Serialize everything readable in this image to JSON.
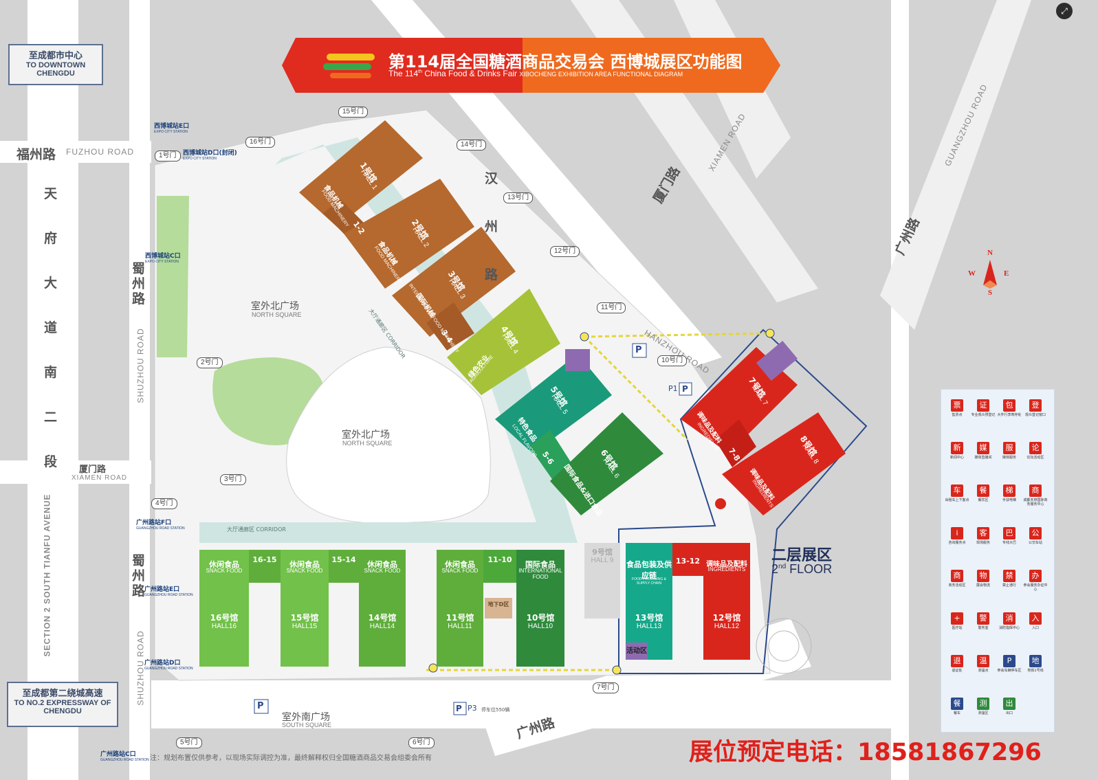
{
  "banner": {
    "title_cn": "第114届全国糖酒商品交易会 西博城展区功能图",
    "subtitle_prefix": "The 114",
    "subtitle_sup": "th",
    "subtitle_rest": " China Food & Drinks Fair",
    "subtitle_small": "XIBOCHENG EXHIBITION AREA FUNCTIONAL DIAGRAM"
  },
  "signs": {
    "downtown_cn": "至成都市中心",
    "downtown_en": "TO DOWNTOWN CHENGDU",
    "expressway_cn": "至成都第二绕城高速",
    "expressway_en": "TO NO.2 EXPRESSWAY OF CHENGDU"
  },
  "roads": {
    "fuzhou_cn": "福州路",
    "fuzhou_en": "FUZHOU ROAD",
    "tianfu_cn": "天府大道南二段",
    "tianfu_en": "SECTION 2 SOUTH TIANFU AVENUE",
    "shuzhou_cn": "蜀州路",
    "shuzhou_en": "SHUZHOU ROAD",
    "xiamen_cn": "厦门路",
    "xiamen_en": "XIAMEN ROAD",
    "hanzhou_cn": "汉州路",
    "hanzhou_en": "HANZHOU ROAD",
    "guangzhou_cn": "广州路",
    "guangzhou_en": "GUANGZHOU ROAD"
  },
  "gates": [
    "1号门",
    "2号门",
    "3号门",
    "4号门",
    "5号门",
    "6号门",
    "7号门",
    "10号门",
    "11号门",
    "12号门",
    "13号门",
    "14号门",
    "15号门",
    "16号门"
  ],
  "stations": {
    "e_cn": "西博城站E口",
    "d_cn": "西博城站D口(封闭)",
    "c_cn": "西博城站C口",
    "expo_en": "EXPO CITY STATION",
    "gz_f_cn": "广州路站F口",
    "gz_e_cn": "广州路站E口",
    "gz_d_cn": "广州路站D口",
    "gz_c_cn": "广州路站C口",
    "gz_en": "GUANGZHOU ROAD STATION"
  },
  "squares": {
    "north_cn": "室外北广场",
    "north_en": "NORTH SQUARE",
    "south_cn": "室外南广场",
    "south_en": "SOUTH SQUARE",
    "corridor_cn": "大厅通廊区",
    "corridor_en": "CORRIDOR"
  },
  "halls": {
    "h1": {
      "name": "1号馆",
      "en": "HALL 1",
      "zone": "食品机械",
      "zone_en": "FOOD MACHINERY"
    },
    "h12_label": "1-2",
    "h2": {
      "name": "2号馆",
      "en": "HALL 2",
      "zone": "食品机械",
      "zone_en": "FOOD MACHINERY"
    },
    "h3": {
      "name": "3号馆",
      "en": "HALL 3",
      "zone": "国际机械",
      "zone_en": "INTERNATIONAL FOOD MACHINERY"
    },
    "h34_label": "3-4",
    "h4": {
      "name": "4号馆",
      "en": "HALL 4",
      "zone": "绿色农业",
      "zone_en": "ECO AGRICULTURE"
    },
    "h5": {
      "name": "5号馆",
      "en": "HALL 5",
      "zone": "特色食品",
      "zone_en": "LOCAL FLAVORS"
    },
    "h56_label": "5-6",
    "h6": {
      "name": "6号馆",
      "en": "HALL 6",
      "zone": "国际食品&进口食品",
      "zone_en": ""
    },
    "h7": {
      "name": "7号馆",
      "en": "HALL 7",
      "zone": "调味品及配料",
      "zone_en": "INGREDIENTS"
    },
    "h78_label": "7-8",
    "h8": {
      "name": "8号馆",
      "en": "HALL 8",
      "zone": "调味品及配料",
      "zone_en": "INGREDIENTS"
    },
    "h9": {
      "name": "9号馆",
      "en": "HALL 9"
    },
    "h10": {
      "name": "10号馆",
      "en": "HALL10",
      "zone": "国际食品",
      "zone_en": "INTERNATIONAL FOOD"
    },
    "h1110_label": "11-10",
    "h11": {
      "name": "11号馆",
      "en": "HALL11",
      "zone": "休闲食品",
      "zone_en": "SNACK FOOD"
    },
    "h1514_label": "15-14",
    "h14": {
      "name": "14号馆",
      "en": "HALL14",
      "zone": "休闲食品",
      "zone_en": "SNACK FOOD"
    },
    "h15": {
      "name": "15号馆",
      "en": "HALL15",
      "zone": "休闲食品",
      "zone_en": "SNACK FOOD"
    },
    "h1615_label": "16-15",
    "h16": {
      "name": "16号馆",
      "en": "HALL16",
      "zone": "休闲食品",
      "zone_en": "SNACK FOOD"
    },
    "h13": {
      "name": "13号馆",
      "en": "HALL13",
      "zone": "食品包装及供应链",
      "zone_en": "FOOD PACKAGING & SUPPLY CHAIN"
    },
    "h1312_label": "13-12",
    "h12": {
      "name": "12号馆",
      "en": "HALL12",
      "zone": "调味品及配料",
      "zone_en": "INGREDIENTS"
    },
    "activity": "活动区",
    "underground": "地下D区"
  },
  "second_floor": {
    "cn": "二层展区",
    "en_main": "2",
    "en_sup": "nd",
    "en_rest": " FLOOR"
  },
  "compass": {
    "n": "N",
    "s": "S",
    "e": "E",
    "w": "W"
  },
  "legend": [
    {
      "icon": "ticket-icon",
      "glyph": "票",
      "label": "售票点"
    },
    {
      "icon": "registration-icon",
      "glyph": "证",
      "label": "专业观众预登记"
    },
    {
      "icon": "baggage-icon",
      "glyph": "包",
      "label": "大件行李寄存处"
    },
    {
      "icon": "visitor-reg-icon",
      "glyph": "登",
      "label": "观众登记窗口"
    },
    {
      "icon": "press-icon",
      "glyph": "新",
      "label": "新闻中心"
    },
    {
      "icon": "media-icon",
      "glyph": "媒",
      "label": "媒体直播间"
    },
    {
      "icon": "media-service-icon",
      "glyph": "服",
      "label": "媒体服务"
    },
    {
      "icon": "forum-icon",
      "glyph": "论",
      "label": "论坛活动区"
    },
    {
      "icon": "taxi-icon",
      "glyph": "车",
      "label": "出租车上下客点"
    },
    {
      "icon": "catering-icon",
      "glyph": "餐",
      "label": "餐饮区"
    },
    {
      "icon": "escalator-icon",
      "glyph": "梯",
      "label": "手扶电梯"
    },
    {
      "icon": "business-icon",
      "glyph": "商",
      "label": "成都天府国际商务服务中心"
    },
    {
      "icon": "info-icon",
      "glyph": "i",
      "label": "咨询服务点"
    },
    {
      "icon": "service-icon",
      "glyph": "客",
      "label": "现场服务"
    },
    {
      "icon": "shuttle-icon",
      "glyph": "巴",
      "label": "专线大巴"
    },
    {
      "icon": "bus-icon",
      "glyph": "公",
      "label": "公交车站"
    },
    {
      "icon": "business-area-icon",
      "glyph": "商",
      "label": "商务活动区"
    },
    {
      "icon": "logistics-icon",
      "glyph": "物",
      "label": "展会物流"
    },
    {
      "icon": "no-entry-icon",
      "glyph": "禁",
      "label": "禁止通行"
    },
    {
      "icon": "office-icon",
      "glyph": "办",
      "label": "参会服务办证中心"
    },
    {
      "icon": "medical-icon",
      "glyph": "+",
      "label": "医疗站"
    },
    {
      "icon": "police-icon",
      "glyph": "警",
      "label": "警务室"
    },
    {
      "icon": "fire-icon",
      "glyph": "消",
      "label": "消防指挥中心"
    },
    {
      "icon": "entrance-icon",
      "glyph": "入",
      "label": "入口"
    },
    {
      "icon": "return-icon",
      "glyph": "退",
      "label": "退证处"
    },
    {
      "icon": "temp-icon",
      "glyph": "温",
      "label": "测温点"
    },
    {
      "icon": "parking-icon",
      "glyph": "P",
      "label": "参会车辆停车区"
    },
    {
      "icon": "metro-icon",
      "glyph": "地",
      "label": "地铁1号线"
    },
    {
      "icon": "dining-car-icon",
      "glyph": "餐",
      "label": "餐车"
    },
    {
      "icon": "temp2-icon",
      "glyph": "测",
      "label": "测温区"
    },
    {
      "icon": "exit-icon",
      "glyph": "出",
      "label": "出口"
    }
  ],
  "phone": "展位预定电话：18581867296",
  "footnote": "注：规划布置仅供参考，以现场实际调控为准，最终解释权归全国糖酒商品交易会组委会所有",
  "parking": {
    "p": "P",
    "p3": "P3",
    "p3_note": "停车位550辆",
    "p1": "P1"
  },
  "colors": {
    "brown": "#b5692e",
    "yellow_green": "#a6c238",
    "teal": "#1a9a7a",
    "green": "#3aa64a",
    "dark_green": "#2f8a3c",
    "red": "#d9261c",
    "light_green": "#72c14a",
    "sea": "#16a88a",
    "purple": "#8e6bb0"
  }
}
